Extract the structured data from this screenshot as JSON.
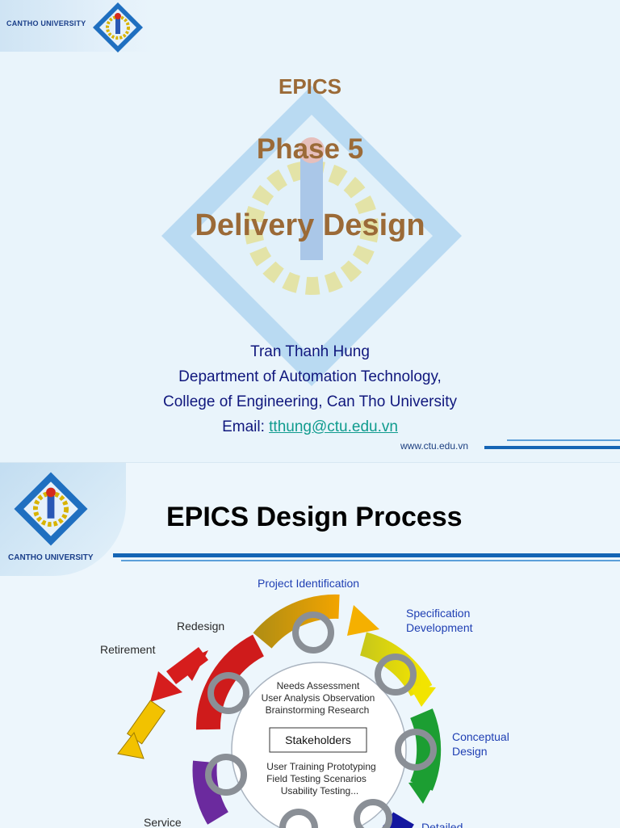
{
  "slide1": {
    "university": "CANTHO UNIVERSITY",
    "title_epics": "EPICS",
    "title_phase": "Phase 5",
    "title_main": "Delivery Design",
    "author": "Tran Thanh Hung",
    "department": "Department of Automation Technology,",
    "college": "College of Engineering, Can Tho University",
    "email_label": "Email: ",
    "email": "tthung@ctu.edu.vn",
    "website": "www.ctu.edu.vn"
  },
  "slide2": {
    "university": "CANTHO UNIVERSITY",
    "title": "EPICS Design Process",
    "cycle": {
      "project_identification": "Project Identification",
      "specification_line1": "Specification",
      "specification_line2": "Development",
      "conceptual_line1": "Conceptual",
      "conceptual_line2": "Design",
      "detailed": "Detailed",
      "service": "Service",
      "retirement": "Retirement",
      "redesign": "Redesign"
    },
    "inner": {
      "line1": "Needs Assessment",
      "line2": "User Analysis   Observation",
      "line3": "Brainstorming    Research",
      "stakeholders": "Stakeholders",
      "line4": "User Training    Prototyping",
      "line5": "Field Testing   Scenarios",
      "line6": "Usability Testing..."
    }
  },
  "colors": {
    "title_brown": "#9b6a37",
    "author_navy": "#10177d",
    "email_teal": "#0f9b8e",
    "label_blue": "#1f3fb3",
    "brand_blue": "#1565b5"
  }
}
